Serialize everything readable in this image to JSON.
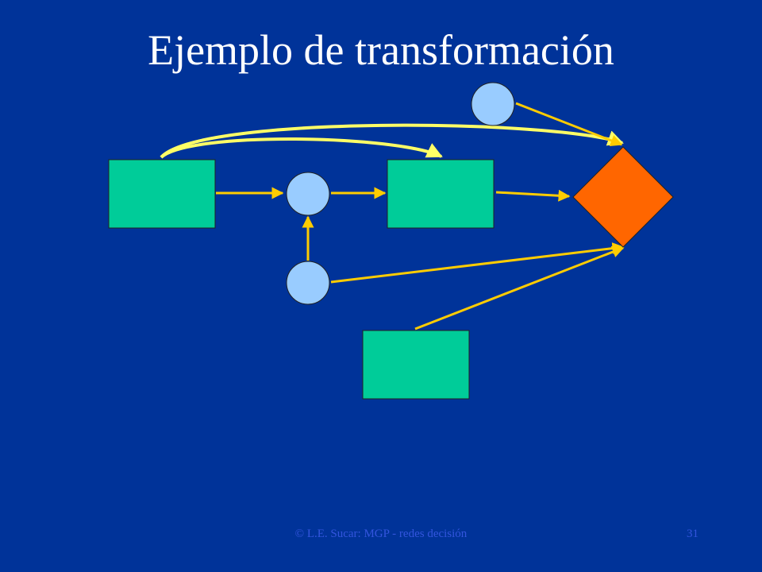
{
  "slide": {
    "title": "Ejemplo de transformación",
    "footer": "© L.E. Sucar: MGP - redes decisión",
    "page_number": "31"
  },
  "colors": {
    "background": "#003399",
    "decision_node": "#00CC99",
    "chance_node": "#99CCFF",
    "utility_node": "#FF6600",
    "arc": "#FFCC00",
    "arc_highlight": "#FFFF66"
  },
  "diagram": {
    "nodes": [
      {
        "id": "decision-1",
        "kind": "decision"
      },
      {
        "id": "chance-1",
        "kind": "chance"
      },
      {
        "id": "decision-2",
        "kind": "decision"
      },
      {
        "id": "chance-top",
        "kind": "chance"
      },
      {
        "id": "utility",
        "kind": "utility"
      },
      {
        "id": "chance-2",
        "kind": "chance"
      },
      {
        "id": "decision-3",
        "kind": "decision"
      }
    ],
    "arcs": [
      {
        "from": "decision-1",
        "to": "chance-1"
      },
      {
        "from": "chance-1",
        "to": "decision-2"
      },
      {
        "from": "decision-2",
        "to": "utility"
      },
      {
        "from": "chance-top",
        "to": "utility"
      },
      {
        "from": "chance-2",
        "to": "chance-1"
      },
      {
        "from": "chance-2",
        "to": "utility"
      },
      {
        "from": "decision-3",
        "to": "utility"
      },
      {
        "from": "decision-1",
        "to": "decision-2",
        "highlight": true
      },
      {
        "from": "decision-1",
        "to": "utility",
        "highlight": true
      }
    ]
  }
}
